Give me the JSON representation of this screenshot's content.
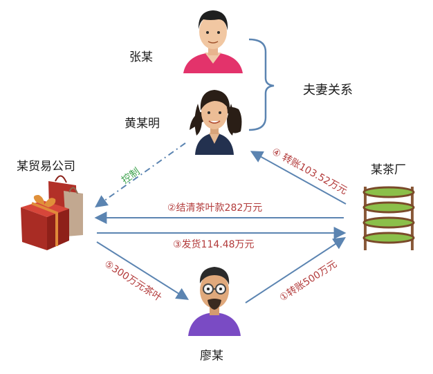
{
  "people": {
    "zhang": "张某",
    "huang": "黄某明",
    "liao": "廖某"
  },
  "entities": {
    "company": "某贸易公司",
    "factory": "某茶厂"
  },
  "relationship": "夫妻关系",
  "edges": {
    "control": "控制",
    "transfer_103": "④ 转账103.52万元",
    "settle_282": "②结清茶叶款282万元",
    "ship_114": "③发货114.48万元",
    "tea_300": "⑤300万元茶叶",
    "transfer_500": "①转账500万元"
  },
  "colors": {
    "arrow": "#5b84b1",
    "edge_text": "#b23a3a",
    "control_text": "#3aa04a",
    "label": "#1a1a1a"
  }
}
